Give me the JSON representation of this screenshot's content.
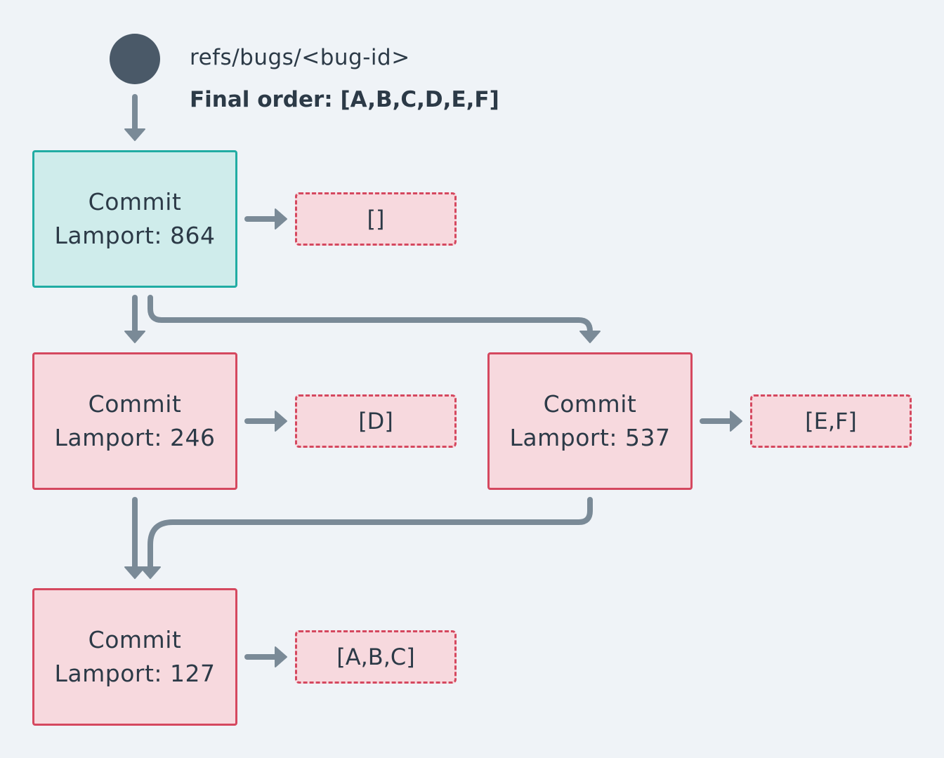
{
  "header": {
    "ref_label": "refs/bugs/<bug-id>",
    "final_order": "Final order: [A,B,C,D,E,F]"
  },
  "commits": [
    {
      "id": "c864",
      "title": "Commit",
      "lamport": "Lamport: 864",
      "ops": "[]"
    },
    {
      "id": "c246",
      "title": "Commit",
      "lamport": "Lamport: 246",
      "ops": "[D]"
    },
    {
      "id": "c537",
      "title": "Commit",
      "lamport": "Lamport: 537",
      "ops": "[E,F]"
    },
    {
      "id": "c127",
      "title": "Commit",
      "lamport": "Lamport: 127",
      "ops": "[A,B,C]"
    }
  ],
  "colors": {
    "background": "#eff3f7",
    "head_fill": "#cfeceb",
    "head_border": "#21aca3",
    "commit_fill": "#f7d9de",
    "commit_border": "#d5485f",
    "edge": "#7a8a97",
    "ref_dot": "#4a5968"
  }
}
